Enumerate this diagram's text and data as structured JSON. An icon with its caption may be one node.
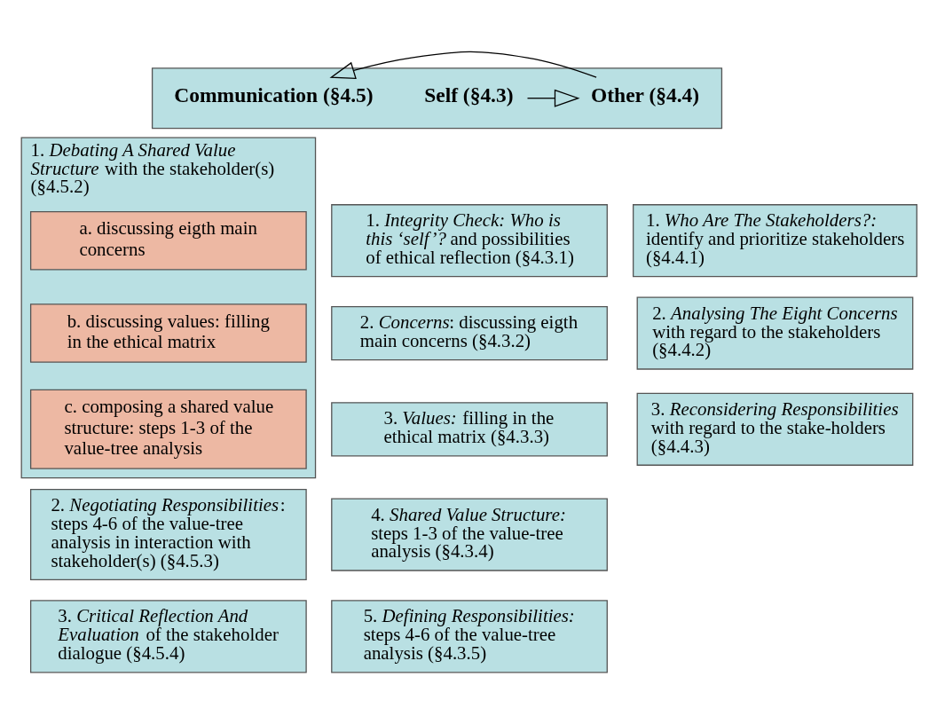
{
  "diagram": {
    "nodes": [
      {
        "text": [],
        "shape": "box"
      },
      {
        "text": [
          "Self (§4.3)"
        ],
        "in": 0
      },
      {
        "text": [
          "Other (§4.4)"
        ],
        "in": 0
      },
      {
        "text": [
          "Communication (§4.5)"
        ],
        "in": 0
      },
      {
        "text": [
          "1. *Integrity Check: Who is this ‘self’?* and possibilities of ethical reflection (§4.3.1)"
        ]
      },
      {
        "text": [
          "2. *Concerns*: discussing eigth main concerns (§4.3.2)"
        ]
      },
      {
        "text": [
          "3. *Values:* filling in the ethical matrix (§4.3.3)"
        ]
      },
      {
        "text": [
          "4. *Shared Value Structure:* steps 1-3 of the value-tree analysis (§4.3.4)"
        ]
      },
      {
        "text": [
          "5. *Defining Responsibilities:* steps 4-6 of the value-tree analysis (§4.3.5)"
        ]
      },
      {
        "text": [
          "1. *Who Are The Stakeholders?:* identify and prioritize stakeholders (§4.4.1)"
        ]
      },
      {
        "text": [
          "2. *Analysing The Eight Concerns* with regard to the stakeholders (§4.4.2)"
        ]
      },
      {
        "text": [
          "3. *Reconsidering Responsibilities* with regard to the stake-holders (§4.4.3)"
        ]
      },
      {
        "text": [
          "1. *Debating A Shared Value Structure* with the stakeholder(s) (§4.5.2)"
        ]
      },
      {
        "text": [
          "a. discussing eigth main concerns"
        ],
        "in": 12
      },
      {
        "text": [
          "b. discussing values: filling in the ethical matrix"
        ],
        "in": 12
      },
      {
        "text": [
          "c. composing a shared value structure: steps 1-3 of the value-tree analysis"
        ],
        "in": 12
      },
      {
        "text": [
          "2. *Negotiating Responsibilities*: steps 4-6 of the value-tree analysis in interaction with stakeholder(s) (§4.5.3)"
        ]
      },
      {
        "text": [
          "3. *Critical Reflection And Evaluation* of the stakeholder dialogue (§4.5.4)"
        ]
      }
    ],
    "edges": [
      {
        "from": 1,
        "to": 2,
        "arrow": "to"
      },
      {
        "from": 2,
        "to": 3,
        "arrow": "to"
      }
    ]
  }
}
